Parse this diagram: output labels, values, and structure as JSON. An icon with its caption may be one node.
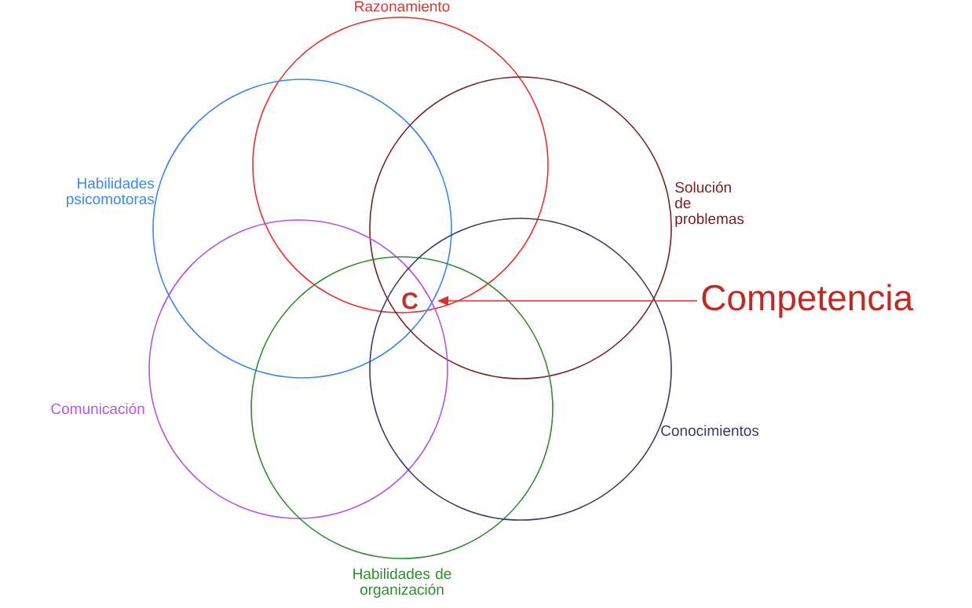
{
  "diagram": {
    "nodes": [
      {
        "text": [
          "Razonamiento"
        ]
      },
      {
        "text": [
          "Habilidades psicomotoras"
        ]
      },
      {
        "text": [
          "Solución de problemas"
        ]
      },
      {
        "text": [
          "Comunicación"
        ]
      },
      {
        "text": [
          "Habilidades de organización"
        ]
      },
      {
        "text": [
          "Conocimientos"
        ]
      },
      {
        "text": [
          "C"
        ]
      },
      {
        "text": [
          "Competencia"
        ]
      }
    ],
    "edges": [
      {
        "from": 7,
        "to": 6,
        "arrow": "to"
      }
    ]
  }
}
